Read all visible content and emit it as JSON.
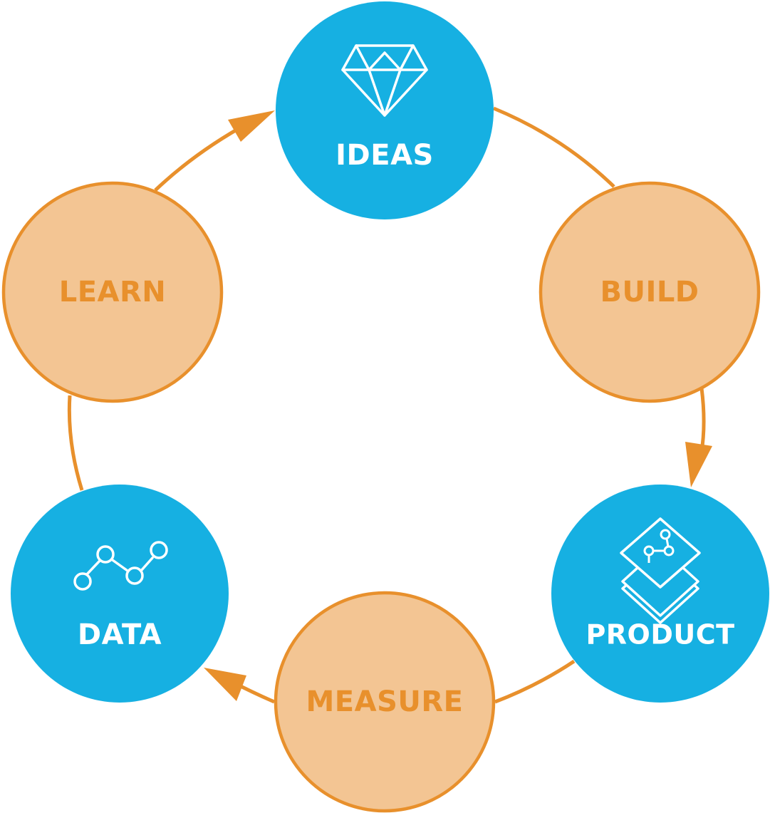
{
  "colors": {
    "accent_blue": "#16B0E2",
    "stage_fill": "#F3C593",
    "stage_stroke": "#E8902C",
    "connector": "#E8902C",
    "label_on_blue": "#FFFFFF",
    "label_on_orange": "#E8902C"
  },
  "nodes": {
    "ideas": {
      "label": "IDEAS",
      "icon": "diamond-icon"
    },
    "build": {
      "label": "BUILD"
    },
    "product": {
      "label": "PRODUCT",
      "icon": "layered-stack-icon"
    },
    "measure": {
      "label": "MEASURE"
    },
    "data": {
      "label": "DATA",
      "icon": "line-graph-icon"
    },
    "learn": {
      "label": "LEARN"
    }
  }
}
